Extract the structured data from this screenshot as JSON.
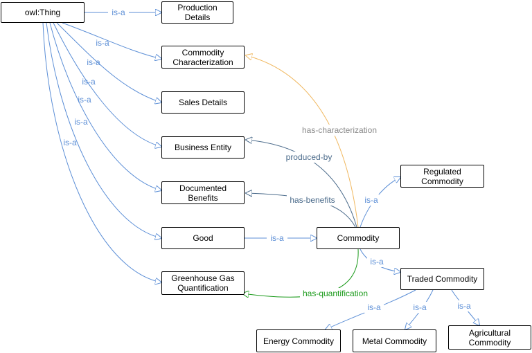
{
  "colors": {
    "isa": "#5b8ed6",
    "produced_by": "#4a6a8a",
    "has_benefits": "#4a6a8a",
    "has_characterization": "#f0b860",
    "has_characterization_label": "#888888",
    "has_quantification": "#1a9a1a"
  },
  "nodes": {
    "owl_thing": "owl:Thing",
    "production_details": "Production Details",
    "commodity_characterization": "Commodity Characterization",
    "sales_details": "Sales Details",
    "business_entity": "Business Entity",
    "documented_benefits": "Documented Benefits",
    "good": "Good",
    "ghg_quantification": "Greenhouse Gas Quantification",
    "commodity": "Commodity",
    "regulated_commodity": "Regulated Commodity",
    "traded_commodity": "Traded Commodity",
    "energy_commodity": "Energy Commodity",
    "metal_commodity": "Metal Commodity",
    "agricultural_commodity": "Agricultural Commodity"
  },
  "edge_labels": {
    "is_a": "is-a",
    "produced_by": "produced-by",
    "has_benefits": "has-benefits",
    "has_characterization": "has-characterization",
    "has_quantification": "has-quantification"
  }
}
